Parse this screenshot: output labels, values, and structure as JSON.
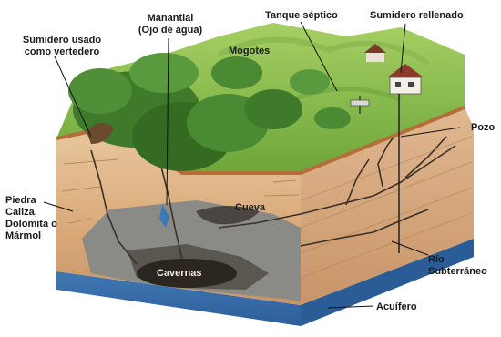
{
  "labels": {
    "manantial_line1": "Manantial",
    "manantial_line2": "(Ojo de agua)",
    "tanque_septico": "Tanque séptico",
    "sumidero_rellenado": "Sumidero rellenado",
    "sumidero_usado_line1": "Sumidero usado",
    "sumidero_usado_line2": "como vertedero",
    "mogotes": "Mogotes",
    "pozo": "Pozo",
    "cueva": "Cueva",
    "piedra_line1": "Piedra",
    "piedra_line2": "Caliza,",
    "piedra_line3": "Dolomita o",
    "piedra_line4": "Mármol",
    "cavernas": "Cavernas",
    "rio_line1": "Río",
    "rio_line2": "Subterráneo",
    "acuifero": "Acuífero"
  },
  "colors": {
    "vegetation": "#3f7a2a",
    "grass": "#8fbf4a",
    "limestone": "#d9a877",
    "rock_gray": "#8a8a86",
    "aquifer": "#3b78b8",
    "cave_dark": "#2b2620"
  }
}
